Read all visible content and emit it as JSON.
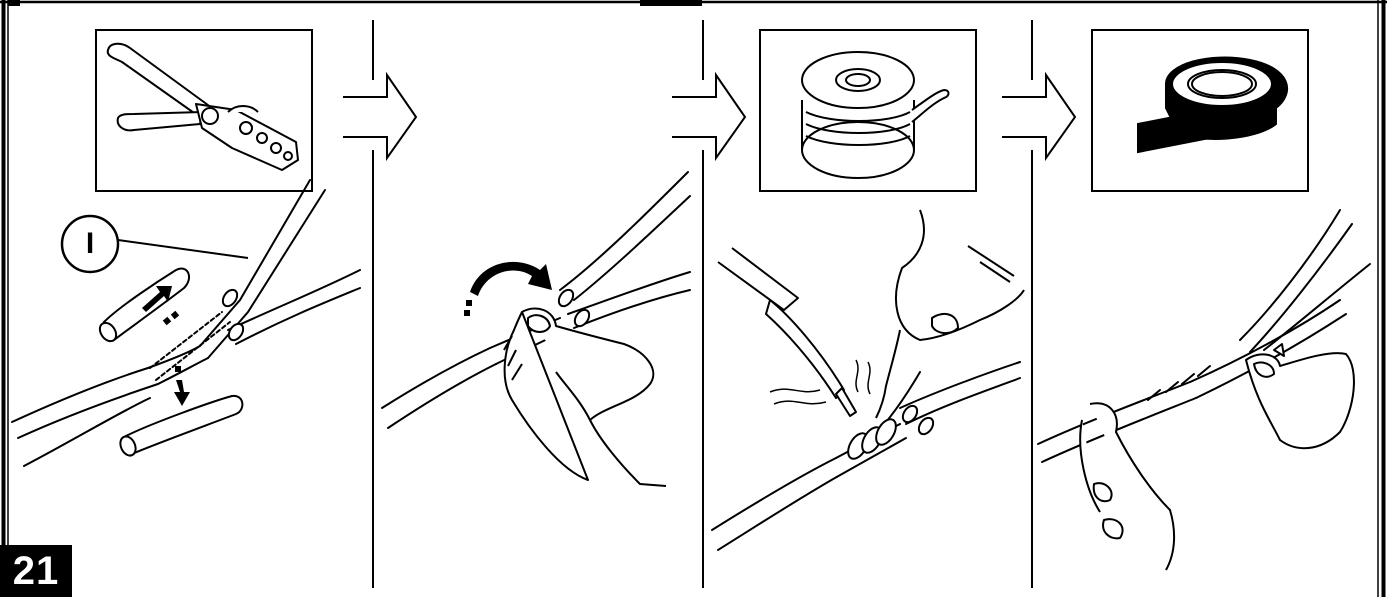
{
  "step_number": "21",
  "callout": {
    "letter": "I"
  },
  "panels": [
    {
      "id": "strip",
      "tool_icon": "crimping-pliers-icon"
    },
    {
      "id": "twist",
      "tool_icon": "none"
    },
    {
      "id": "solder",
      "tool_icon": "solder-spool-icon"
    },
    {
      "id": "tape",
      "tool_icon": "insulating-tape-icon"
    }
  ],
  "colors": {
    "ink": "#000000",
    "paper": "#ffffff"
  }
}
